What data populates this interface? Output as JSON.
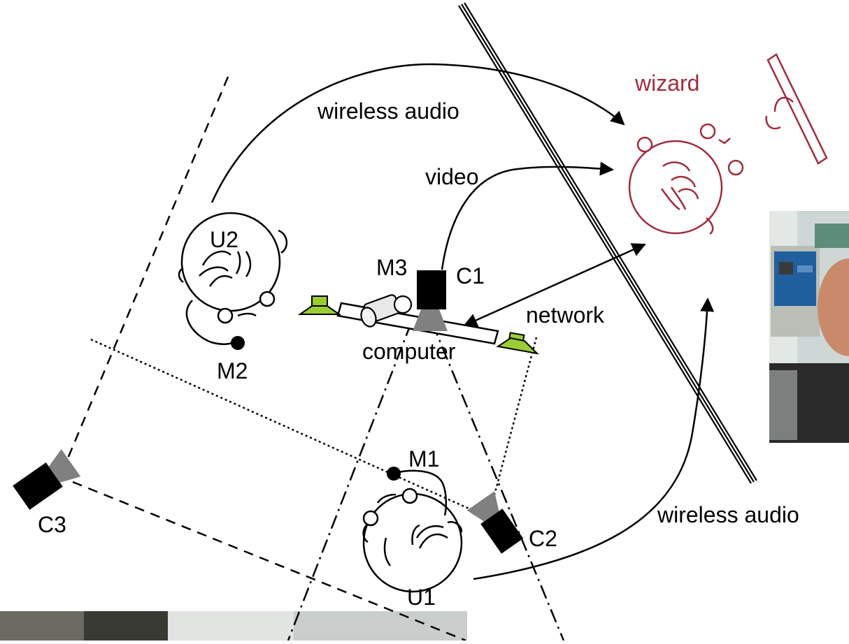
{
  "labels": {
    "wireless_audio_top": "wireless audio",
    "wireless_audio_right": "wireless audio",
    "video": "video",
    "network": "network",
    "computer": "computer",
    "wizard": "wizard",
    "u1": "U1",
    "u2": "U2",
    "m1": "M1",
    "m2": "M2",
    "m3": "M3",
    "c1": "C1",
    "c2": "C2",
    "c3": "C3"
  },
  "colors": {
    "ink": "#000000",
    "wizard": "#a02c3c",
    "speaker": "#9acd32",
    "lens": "#808080",
    "camera": "#000000"
  },
  "icons": {
    "speaker_left": "speaker-icon",
    "speaker_right": "speaker-icon",
    "projector": "projector-icon"
  }
}
